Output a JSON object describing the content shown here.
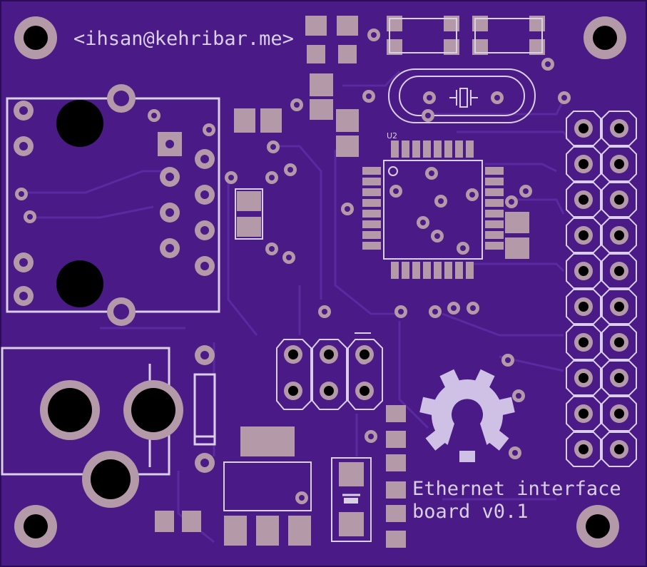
{
  "board": {
    "email": "<ihsan@kehribar.me>",
    "title_line1": "Ethernet interface",
    "title_line2": "board v0.1",
    "chip_label": "U2",
    "colors": {
      "substrate": "#4a1a86",
      "substrate_edge": "#2c0c58",
      "trace": "#5a2aa0",
      "silkscreen": "#d9cfe6",
      "copper_pad": "#b49aa8",
      "drill_hole": "#000000"
    },
    "icons": {
      "logo": "open-source-hardware-gear-icon"
    }
  }
}
